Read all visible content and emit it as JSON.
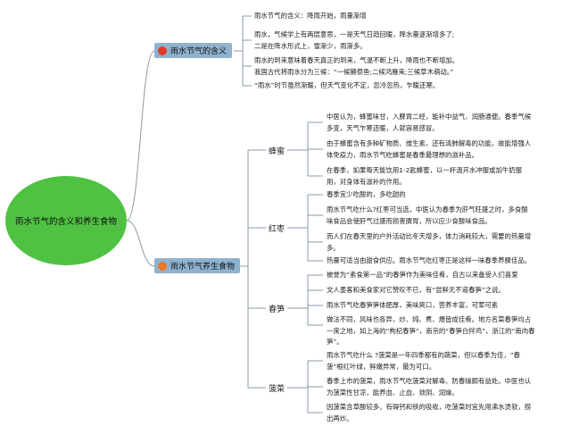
{
  "root": {
    "label": "雨水节气的含义和养生食物"
  },
  "branches": [
    {
      "label": "雨水节气的含义",
      "dot_color": "#e23a2a",
      "leaves": [
        [
          "雨水节气的含义：降雨开始，雨量渐增"
        ],
        [
          "雨水，气候学上有两层意思，一是天气日趋回暖，降水量逐渐增多了;",
          "二是在降水形式上，雪渐少，雨渐多。"
        ],
        [
          "雨水的到来意味着春天真正的到来，气温不断上升，降雨也不断增加。",
          "我国古代将雨水分为三候：“一候獭祭鱼;二候鸿雁来;三候草木萌动。”"
        ],
        [
          "“雨水”时节虽然渐暖，但天气变化不定，忽冷忽热，乍暖还寒。"
        ]
      ]
    },
    {
      "label": "雨水节气养生食物",
      "dot_color": "#e8782a",
      "subs": [
        {
          "label": "蜂蜜",
          "leaves": [
            [
              "中医认为，蜂蜜味甘，入脾胃二经，能补中益气、润肠通便。春季气候",
              "多变，天气乍寒还暖，人就容易感冒。"
            ],
            [
              "由于蜂蜜含有多种矿物质、维生素，还有清肺解毒的功能，故能增强人",
              "体免疫力，雨水节气吃蜂蜜是春季最理想的滋补品。"
            ],
            [
              "在春季，如果每天能饮用1-2匙蜂蜜，以一杯温开水冲服或加牛奶服",
              "用，对身体有滋补的作用。"
            ]
          ]
        },
        {
          "label": "红枣",
          "leaves": [
            [
              "春季宜少吃酸的，多吃甜的"
            ],
            [
              "雨水节气吃什么?红枣可当选，中医认为春季为肝气旺盛之时，多食酸",
              "味食品会使肝气过盛而损害脾胃，所以应少食酸味食品。"
            ],
            [
              "而人们在春天里的户外活动比冬天增多，体力消耗较大，需要的热量增",
              "多。"
            ],
            [
              "热量可适当由甜食供应。雨水节气吃红枣正是这样一味春季养脾佳品。"
            ]
          ]
        },
        {
          "label": "春笋",
          "leaves": [
            [
              "被誉为“素食第一品”的春笋作为美味佳肴，自古以来备受人们喜爱"
            ],
            [
              "文人墨客和美食家对它赞叹不已，有“尝鲜无不道春笋”之说。"
            ],
            [
              "雨水节气吃春笋笋体肥厚，美味爽口，营养丰富，可荤可素"
            ],
            [
              "做法不同，风味也各异，炒、炖、煮、煨皆成佳肴。地方名菜春笋均占",
              "一席之地，如上海的“枸杞春笋”，南京的“春笋白拌鸡”，浙江的“南肉春",
              "笋”。"
            ]
          ]
        },
        {
          "label": "菠菜",
          "leaves": [
            [
              "雨水节气吃什么 ?菠菜是一年四季都有的蔬菜，但以春季为佳，“春",
              "菠”根红叶绿，鲜嫩异常，最为可口。"
            ],
            [
              "春季上市的菠菜，雨水节气吃菠菜对解毒、防春燥颇有益处。中医也认",
              "为菠菜性甘凉，能养血、止血、敛阴、润燥。"
            ],
            [
              "因菠菜含草酸较多，有碍钙和铁的吸收，吃菠菜时宜先用沸水烫软，捞",
              "出再炒。"
            ]
          ]
        }
      ]
    }
  ]
}
